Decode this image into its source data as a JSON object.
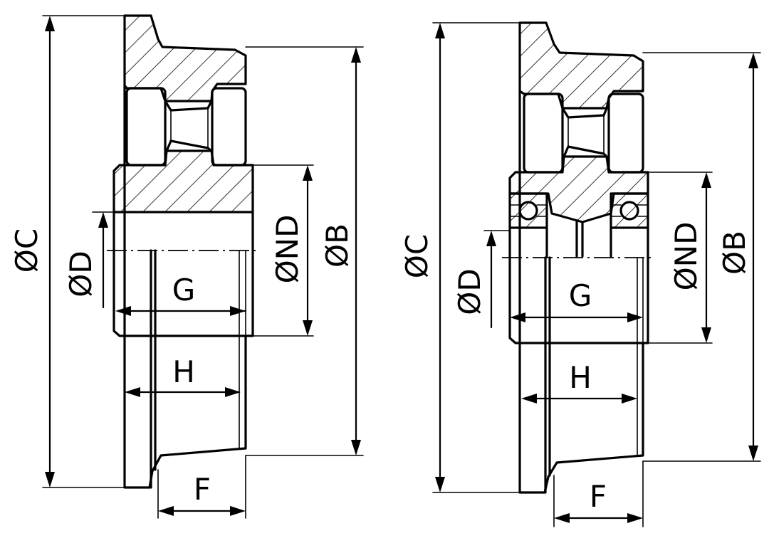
{
  "diagram": {
    "views": [
      {
        "id": "plain-bore",
        "labels": {
          "c": "ØC",
          "d": "ØD",
          "g": "G",
          "h": "H",
          "nd": "ØND",
          "b": "ØB",
          "f": "F"
        }
      },
      {
        "id": "bearing-bore",
        "labels": {
          "c": "ØC",
          "d": "ØD",
          "g": "G",
          "h": "H",
          "nd": "ØND",
          "b": "ØB",
          "f": "F"
        }
      }
    ]
  }
}
